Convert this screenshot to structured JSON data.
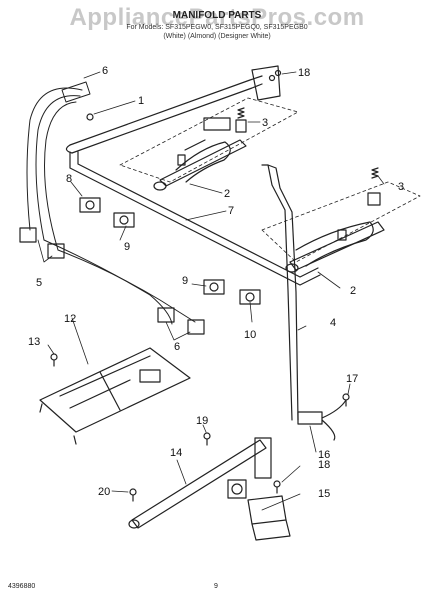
{
  "watermark": "AppliancePartsPros.com",
  "header": {
    "title": "MANIFOLD PARTS",
    "model_line": "For Models: SF315PEGW0, SF315PEGQ0, SF315PEGB0",
    "color_line": "(White)     (Almond)     (Designer White)"
  },
  "callouts": [
    "1",
    "2",
    "2",
    "3",
    "3",
    "4",
    "5",
    "6",
    "6",
    "7",
    "8",
    "9",
    "9",
    "10",
    "12",
    "13",
    "14",
    "15",
    "16",
    "17",
    "18",
    "18",
    "19",
    "20"
  ],
  "footer": {
    "code": "4396880",
    "page": "9"
  }
}
